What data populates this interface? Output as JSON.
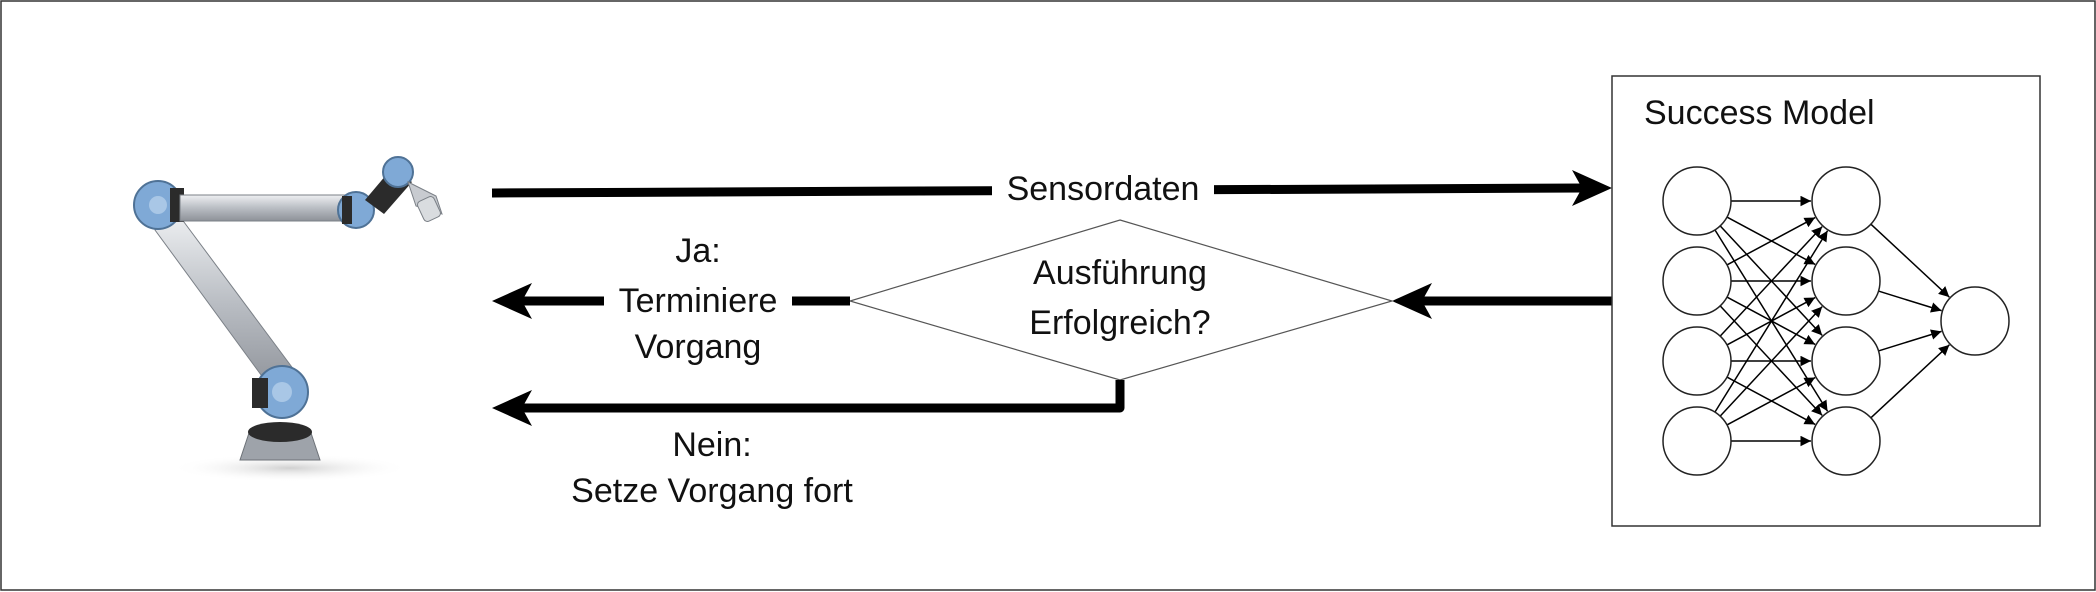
{
  "labels": {
    "sensordaten": "Sensordaten",
    "decision_line1": "Ausführung",
    "decision_line2": "Erfolgreich?",
    "yes_line1": "Ja:",
    "yes_line2": "Terminiere",
    "yes_line3": "Vorgang",
    "no_line1": "Nein:",
    "no_line2": "Setze Vorgang fort",
    "model_title": "Success Model"
  },
  "neural_network": {
    "layers": [
      4,
      4,
      1
    ]
  },
  "colors": {
    "line": "#000000",
    "robot_joint": "#7fa9d6",
    "robot_link": "#c8cbd0",
    "robot_dark": "#2a2a2a"
  }
}
